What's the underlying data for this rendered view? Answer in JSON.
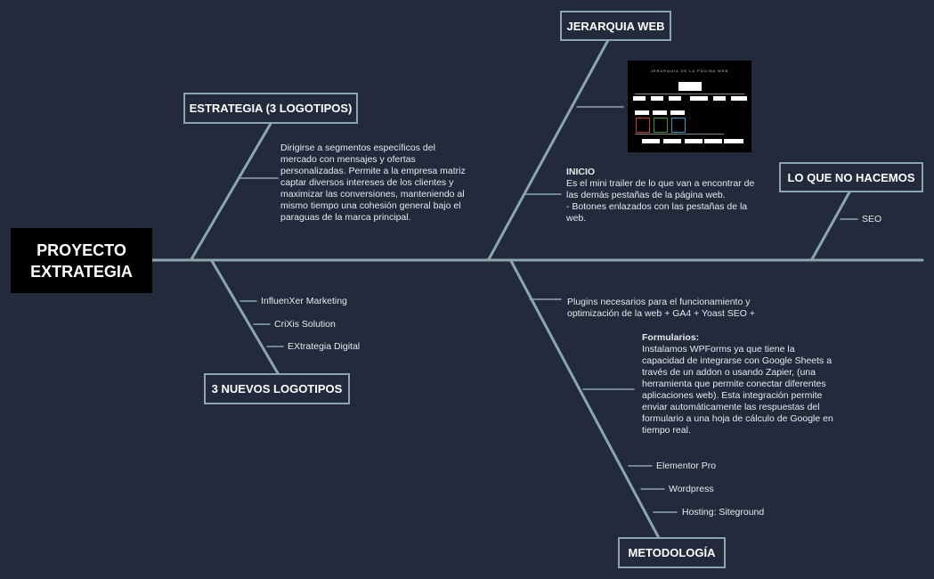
{
  "main": {
    "line1": "PROYECTO",
    "line2": "EXTRATEGIA"
  },
  "branches": {
    "estrategia": {
      "label": "ESTRATEGIA (3 LOGOTIPOS)",
      "text": "Dirigirse a segmentos específicos del mercado con mensajes y ofertas personalizadas. Permite a la empresa matriz captar diversos intereses de los clientes y maximizar las conversiones, manteniendo al mismo tiempo una cohesión general bajo el paraguas de la marca principal."
    },
    "nuevos_logotipos": {
      "label": "3 NUEVOS LOGOTIPOS",
      "items": [
        "InfluenXer Marketing",
        "CriXis Solution",
        "EXtrategia Digital"
      ]
    },
    "jerarquia": {
      "label": "JERARQUIA WEB",
      "thumbnail_title": "JERARQUIA DE LA PÁGINA WEB",
      "inicio_title": "INICIO",
      "inicio_text": "Es el mini trailer de lo que van a encontrar de las demás pestañas de la página web.",
      "inicio_text2": "- Botones enlazados con las pestañas de la web."
    },
    "no_hacemos": {
      "label": "LO QUE NO HACEMOS",
      "items": [
        "SEO"
      ]
    },
    "metodologia": {
      "label": "METODOLOGÍA",
      "plugins": "Plugins necesarios para el funcionamiento y optimización de la web + GA4 + Yoast SEO +",
      "formularios_title": "Formularios:",
      "formularios_text": "Instalamos WPForms ya que tiene la capacidad de integrarse con Google Sheets a través de un addon o usando Zapier, (una herramienta que permite conectar diferentes aplicaciones web). Esta integración permite enviar automáticamente las respuestas del formulario a una hoja de cálculo de Google en tiempo real.",
      "items": [
        "Elementor Pro",
        "Wordpress",
        "Hosting: Siteground"
      ]
    }
  },
  "colors": {
    "background": "#232a3b",
    "line": "#8ba7ad",
    "main_box": "#000000"
  }
}
